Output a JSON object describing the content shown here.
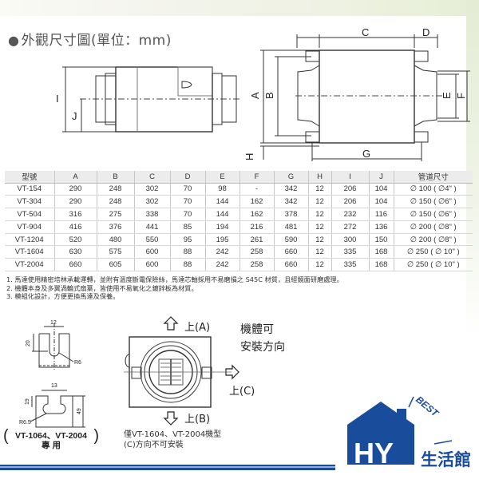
{
  "title": {
    "bullet": "●",
    "text": "外觀尺寸圖(單位：mm)"
  },
  "side_view": {
    "labels": {
      "I": "I",
      "J": "J"
    }
  },
  "front_view": {
    "labels": {
      "A": "A",
      "B": "B",
      "C": "C",
      "D": "D",
      "E": "E",
      "F": "F",
      "G": "G",
      "H": "H"
    }
  },
  "table": {
    "headers": [
      "型號",
      "A",
      "B",
      "C",
      "D",
      "E",
      "F",
      "G",
      "H",
      "I",
      "J",
      "管道尺寸"
    ],
    "rows": [
      [
        "VT-154",
        "290",
        "248",
        "302",
        "70",
        "98",
        "-",
        "342",
        "12",
        "206",
        "104",
        "∅ 100 ( ∅4\" )"
      ],
      [
        "VT-304",
        "290",
        "248",
        "302",
        "70",
        "144",
        "162",
        "342",
        "12",
        "206",
        "104",
        "∅ 150 ( ∅6\" )"
      ],
      [
        "VT-504",
        "316",
        "275",
        "338",
        "70",
        "144",
        "162",
        "378",
        "12",
        "232",
        "116",
        "∅ 150 ( ∅6\" )"
      ],
      [
        "VT-904",
        "416",
        "376",
        "441",
        "85",
        "194",
        "216",
        "481",
        "12",
        "272",
        "136",
        "∅ 200 ( ∅8\" )"
      ],
      [
        "VT-1204",
        "520",
        "480",
        "550",
        "95",
        "195",
        "261",
        "590",
        "12",
        "300",
        "150",
        "∅ 200 ( ∅8\" )"
      ],
      [
        "VT-1604",
        "630",
        "575",
        "600",
        "88",
        "242",
        "258",
        "660",
        "12",
        "335",
        "168",
        "∅ 250 ( ∅ 10\" )"
      ],
      [
        "VT-2004",
        "660",
        "605",
        "600",
        "88",
        "242",
        "258",
        "660",
        "12",
        "335",
        "168",
        "∅ 250 ( ∅ 10\" )"
      ]
    ]
  },
  "notes": [
    "1. 馬達使用精密培林承載運轉，並附有溫度斷電保險絲，馬達芯軸採用不易磨損之 S45C 材質，且經鏡面研磨處理。",
    "2. 機體本身及多翼渦輪式扇葉，皆使用不易氧化之鍍鋅板為材質。",
    "3. 模組化設計，方便更換馬達及保養。"
  ],
  "slot_detail": {
    "top": {
      "width": "12",
      "depth": "20",
      "radius": "R6"
    },
    "bottom": {
      "width": "13",
      "depth": "19",
      "height": "49",
      "radius": "R6.5"
    },
    "caption_line1": "VT-1064、VT-2004",
    "caption_line2": "專 用",
    "paren_open": "(",
    "paren_close": ")"
  },
  "install": {
    "up_a": "上(A)",
    "up_b": "上(B)",
    "up_c": "上(C)",
    "heading_line1": "機體可",
    "heading_line2": "安裝方向",
    "note_line1": "僅VT-1604、VT-2004機型",
    "note_line2": "(C)方向不可安裝"
  },
  "logo": {
    "letters": "HY",
    "badge": "BEST",
    "name": "生活館",
    "color": "#1a4c9c"
  }
}
